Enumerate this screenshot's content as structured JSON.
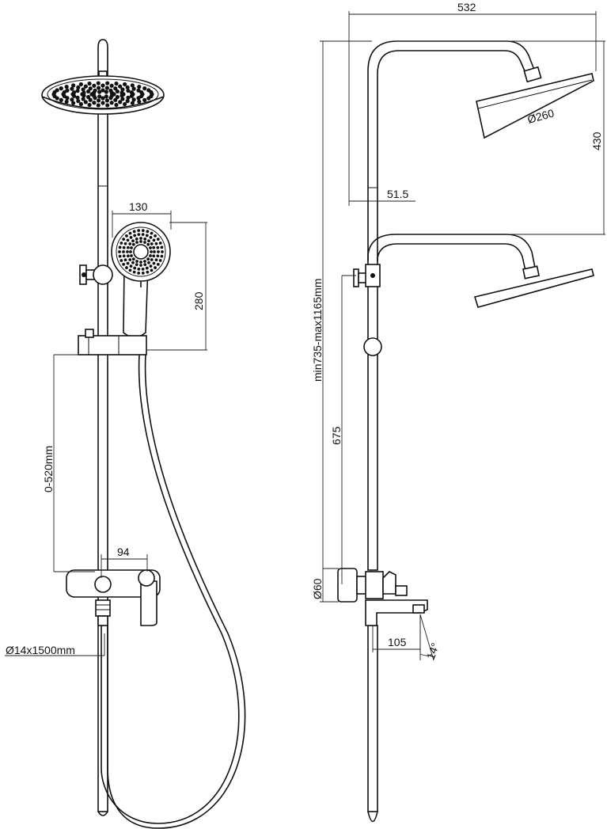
{
  "dimensions": {
    "total_width": "532",
    "head_height": "430",
    "head_diameter": "Ø260",
    "rail_offset": "51.5",
    "height_range": "min735-max1165mm",
    "hand_shower_width": "130",
    "hand_shower_height": "280",
    "slide_range": "0-520mm",
    "mixer_centers": "94",
    "hose": "Ø14x1500mm",
    "mixer_to_bracket": "675",
    "mixer_diameter": "Ø60",
    "spout_length": "105",
    "spout_angle": "14°"
  }
}
